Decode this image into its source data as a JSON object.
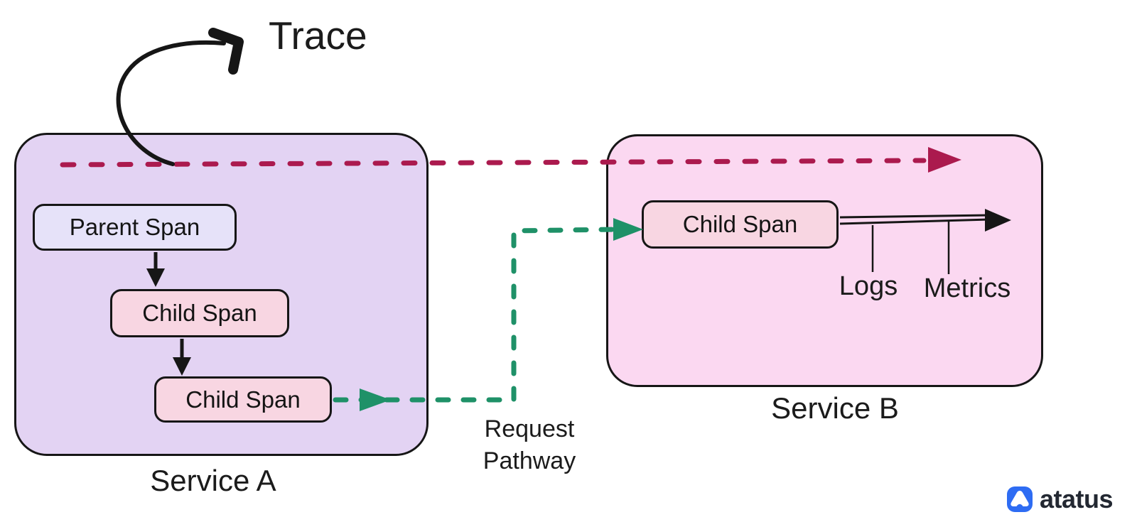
{
  "colors": {
    "service_a_fill": "#e3d3f3",
    "service_b_fill": "#fbd8f1",
    "parent_span_fill": "#e6e2f9",
    "child_span_fill": "#f8d6e2",
    "trace_arrow_color": "#ab1a4e",
    "request_arrow_color": "#1f9168",
    "logo_blue": "#2e6cf3",
    "logo_text_color": "#232832"
  },
  "trace": {
    "label": "Trace"
  },
  "service_a": {
    "label": "Service A",
    "parent_span": "Parent Span",
    "child_span_1": "Child Span",
    "child_span_2": "Child Span"
  },
  "request_pathway": {
    "label": "Request Pathway"
  },
  "service_b": {
    "label": "Service B",
    "child_span": "Child Span",
    "logs": "Logs",
    "metrics": "Metrics"
  },
  "branding": {
    "name": "atatus"
  }
}
